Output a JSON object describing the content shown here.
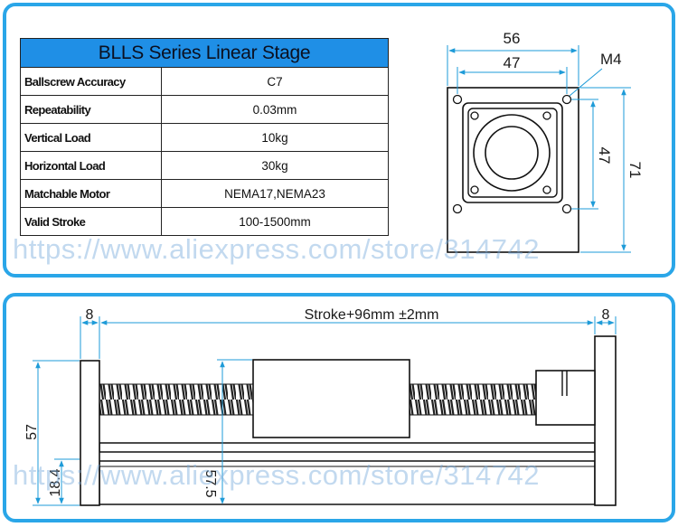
{
  "spec": {
    "title": "BLLS Series Linear Stage",
    "rows": [
      {
        "label": "Ballscrew Accuracy",
        "value": "C7"
      },
      {
        "label": "Repeatability",
        "value": "0.03mm"
      },
      {
        "label": "Vertical Load",
        "value": "10kg"
      },
      {
        "label": "Horizontal Load",
        "value": "30kg"
      },
      {
        "label": "Matchable Motor",
        "value": "NEMA17,NEMA23"
      },
      {
        "label": "Valid Stroke",
        "value": "100-1500mm"
      }
    ]
  },
  "front_view": {
    "dim_width_outer": "56",
    "dim_width_holes": "47",
    "dim_height_holes": "47",
    "dim_height_outer": "71",
    "thread_label": "M4"
  },
  "side_view": {
    "dim_end_left": "8",
    "dim_stroke": "Stroke+96mm ±2mm",
    "dim_end_right": "8",
    "dim_height_total": "57",
    "dim_base_height": "18.4",
    "dim_carriage_height": "57.5"
  },
  "watermark": "https://www.aliexpress.com/store/314742",
  "colors": {
    "border": "#2aa6e8",
    "table_header": "#1f8fe6",
    "dim_line": "#1e9bd8"
  }
}
